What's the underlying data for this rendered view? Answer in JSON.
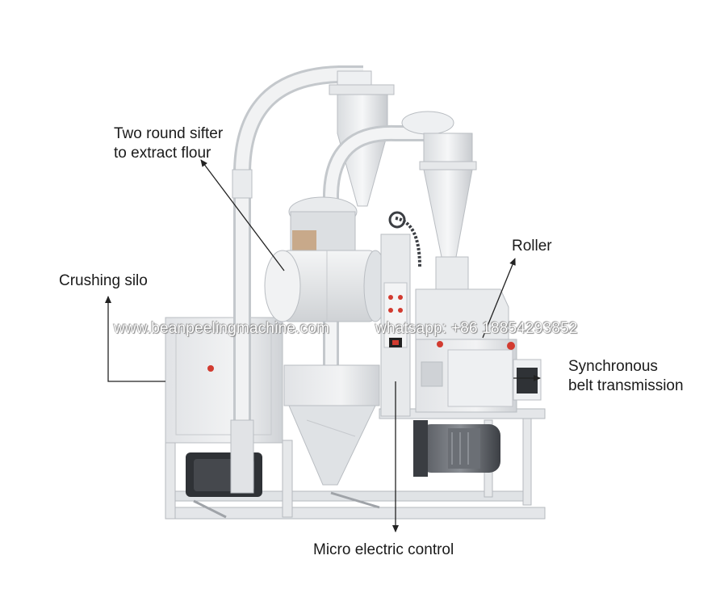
{
  "labels": {
    "sifter_line1": "Two round sifter",
    "sifter_line2": "to extract flour",
    "crushing_silo": "Crushing silo",
    "roller": "Roller",
    "synchronous_line1": "Synchronous",
    "synchronous_line2": "belt transmission",
    "micro_control": "Micro electric control"
  },
  "watermark": {
    "website": "www.beanpeelingmachine.com",
    "whatsapp": "whatsapp: +86 18854293852"
  },
  "colors": {
    "machine_body": "#eceef0",
    "machine_shadow": "#c9ccd0",
    "frame": "#dfe2e5",
    "motor": "#3a3d42",
    "control_panel": "#e7e9eb",
    "switch_red": "#d23b30",
    "arrow": "#222222"
  }
}
